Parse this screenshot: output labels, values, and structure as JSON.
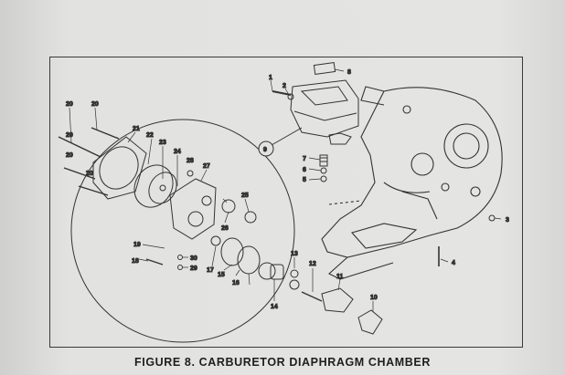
{
  "figure": {
    "caption": "FIGURE 8. CARBURETOR DIAPHRAGM CHAMBER"
  },
  "callouts": [
    "1",
    "2",
    "3",
    "4",
    "5",
    "6",
    "7",
    "8",
    "9",
    "10",
    "11",
    "12",
    "13",
    "14",
    "15",
    "16",
    "17",
    "18",
    "19",
    "20",
    "21",
    "22",
    "23",
    "24",
    "25",
    "26",
    "27",
    "28",
    "29",
    "30"
  ]
}
